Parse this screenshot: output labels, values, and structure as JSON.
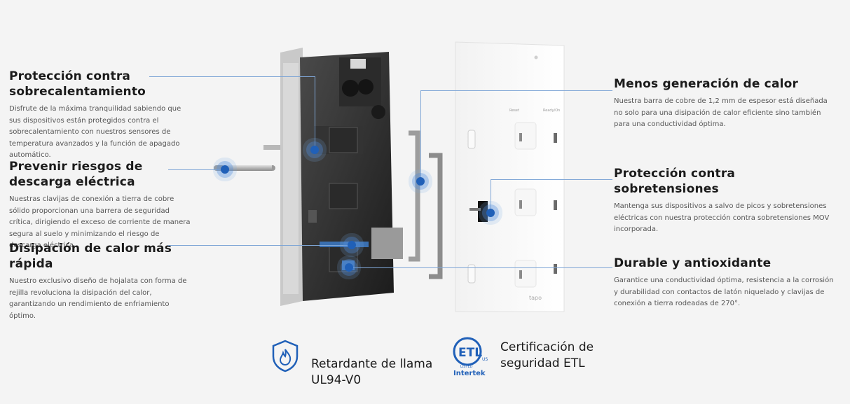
{
  "features": {
    "overheat": {
      "title_l1": "Protección contra",
      "title_l2": "sobrecalentamiento",
      "desc": "Disfrute de la máxima tranquilidad sabiendo que sus dispositivos están protegidos contra el sobrecalentamiento con nuestros sensores de temperatura avanzados y la función de apagado automático."
    },
    "shock": {
      "title_l1": "Prevenir riesgos de",
      "title_l2": "descarga eléctrica",
      "desc": "Nuestras clavijas de conexión a tierra de cobre sólido proporcionan una barrera de seguridad crítica, dirigiendo el exceso de corriente de manera segura al suelo y minimizando el riesgo de descarga eléctrica."
    },
    "heat_dissipation": {
      "title_l1": "Disipación de calor más",
      "title_l2": "rápida",
      "desc": "Nuestro exclusivo diseño de hojalata con forma de rejilla revoluciona la disipación del calor, garantizando un rendimiento de enfriamiento óptimo."
    },
    "less_heat": {
      "title": "Menos generación de calor",
      "desc": "Nuestra barra de cobre de 1,2 mm de espesor está diseñada no solo para una disipación de calor eficiente sino también para una conductividad óptima."
    },
    "surge": {
      "title": "Protección contra sobretensiones",
      "desc": "Mantenga sus dispositivos a salvo de picos y sobretensiones eléctricas con nuestra protección contra sobretensiones MOV incorporada."
    },
    "durable": {
      "title": "Durable y antioxidante",
      "desc": "Garantice una conductividad óptima, resistencia a la corrosión y durabilidad con contactos de latón niquelado y clavijas de conexión a tierra rodeadas de 270°."
    }
  },
  "certifications": {
    "flame": {
      "line1": "Retardante de llama",
      "line2": "UL94-V0",
      "icon": "flame-shield-icon"
    },
    "etl": {
      "line1": "Certificación de",
      "line2": "seguridad ETL",
      "icon": "etl-intertek-icon",
      "logo_text": "ETL",
      "logo_sub": "Intertek",
      "logo_us": "US",
      "logo_listed": "LISTED"
    }
  },
  "device": {
    "brand": "tapo",
    "outlet_label_1": "Reset",
    "outlet_label_2": "Ready/On"
  },
  "colors": {
    "accent": "#2060b8",
    "line": "#7fa6d6",
    "background": "#f4f4f4"
  }
}
